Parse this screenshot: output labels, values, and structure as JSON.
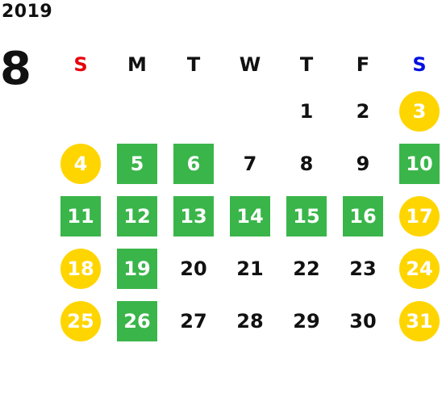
{
  "year": "2019",
  "month": "8",
  "colors": {
    "sunday": "#e8000b",
    "saturday": "#0010e0",
    "holiday": "#ffd500",
    "highlight": "#3ab54a"
  },
  "weekdays": [
    "S",
    "M",
    "T",
    "W",
    "T",
    "F",
    "S"
  ],
  "weeks": [
    [
      null,
      null,
      null,
      null,
      {
        "day": "1",
        "mark": ""
      },
      {
        "day": "2",
        "mark": ""
      },
      {
        "day": "3",
        "mark": "yellow"
      }
    ],
    [
      {
        "day": "4",
        "mark": "yellow"
      },
      {
        "day": "5",
        "mark": "green"
      },
      {
        "day": "6",
        "mark": "green"
      },
      {
        "day": "7",
        "mark": ""
      },
      {
        "day": "8",
        "mark": ""
      },
      {
        "day": "9",
        "mark": ""
      },
      {
        "day": "10",
        "mark": "green"
      }
    ],
    [
      {
        "day": "11",
        "mark": "green"
      },
      {
        "day": "12",
        "mark": "green"
      },
      {
        "day": "13",
        "mark": "green"
      },
      {
        "day": "14",
        "mark": "green"
      },
      {
        "day": "15",
        "mark": "green"
      },
      {
        "day": "16",
        "mark": "green"
      },
      {
        "day": "17",
        "mark": "yellow"
      }
    ],
    [
      {
        "day": "18",
        "mark": "yellow"
      },
      {
        "day": "19",
        "mark": "green"
      },
      {
        "day": "20",
        "mark": ""
      },
      {
        "day": "21",
        "mark": ""
      },
      {
        "day": "22",
        "mark": ""
      },
      {
        "day": "23",
        "mark": ""
      },
      {
        "day": "24",
        "mark": "yellow"
      }
    ],
    [
      {
        "day": "25",
        "mark": "yellow"
      },
      {
        "day": "26",
        "mark": "green"
      },
      {
        "day": "27",
        "mark": ""
      },
      {
        "day": "28",
        "mark": ""
      },
      {
        "day": "29",
        "mark": ""
      },
      {
        "day": "30",
        "mark": ""
      },
      {
        "day": "31",
        "mark": "yellow"
      }
    ]
  ]
}
